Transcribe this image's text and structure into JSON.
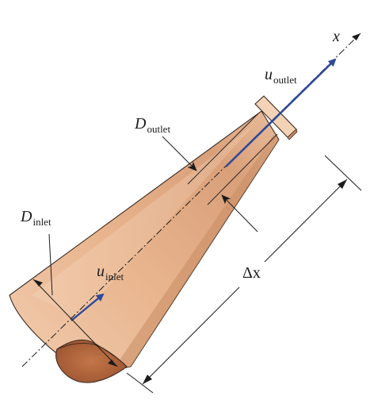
{
  "figure": {
    "axis_label": "x",
    "labels": {
      "u_outlet": {
        "symbol": "u",
        "subscript": "outlet"
      },
      "d_outlet": {
        "symbol": "D",
        "subscript": "outlet"
      },
      "d_inlet": {
        "symbol": "D",
        "subscript": "inlet"
      },
      "u_inlet": {
        "symbol": "u",
        "subscript": "inlet"
      },
      "delta_x": {
        "text": "Δx"
      }
    },
    "colors": {
      "nozzle_body": "#e9b791",
      "nozzle_light": "#f4d3b8",
      "nozzle_dark": "#c98c63",
      "inlet_opening": "#b86a3e",
      "velocity_arrow": "#2e4a9a",
      "dimension_lines": "#1b1b1b"
    }
  }
}
